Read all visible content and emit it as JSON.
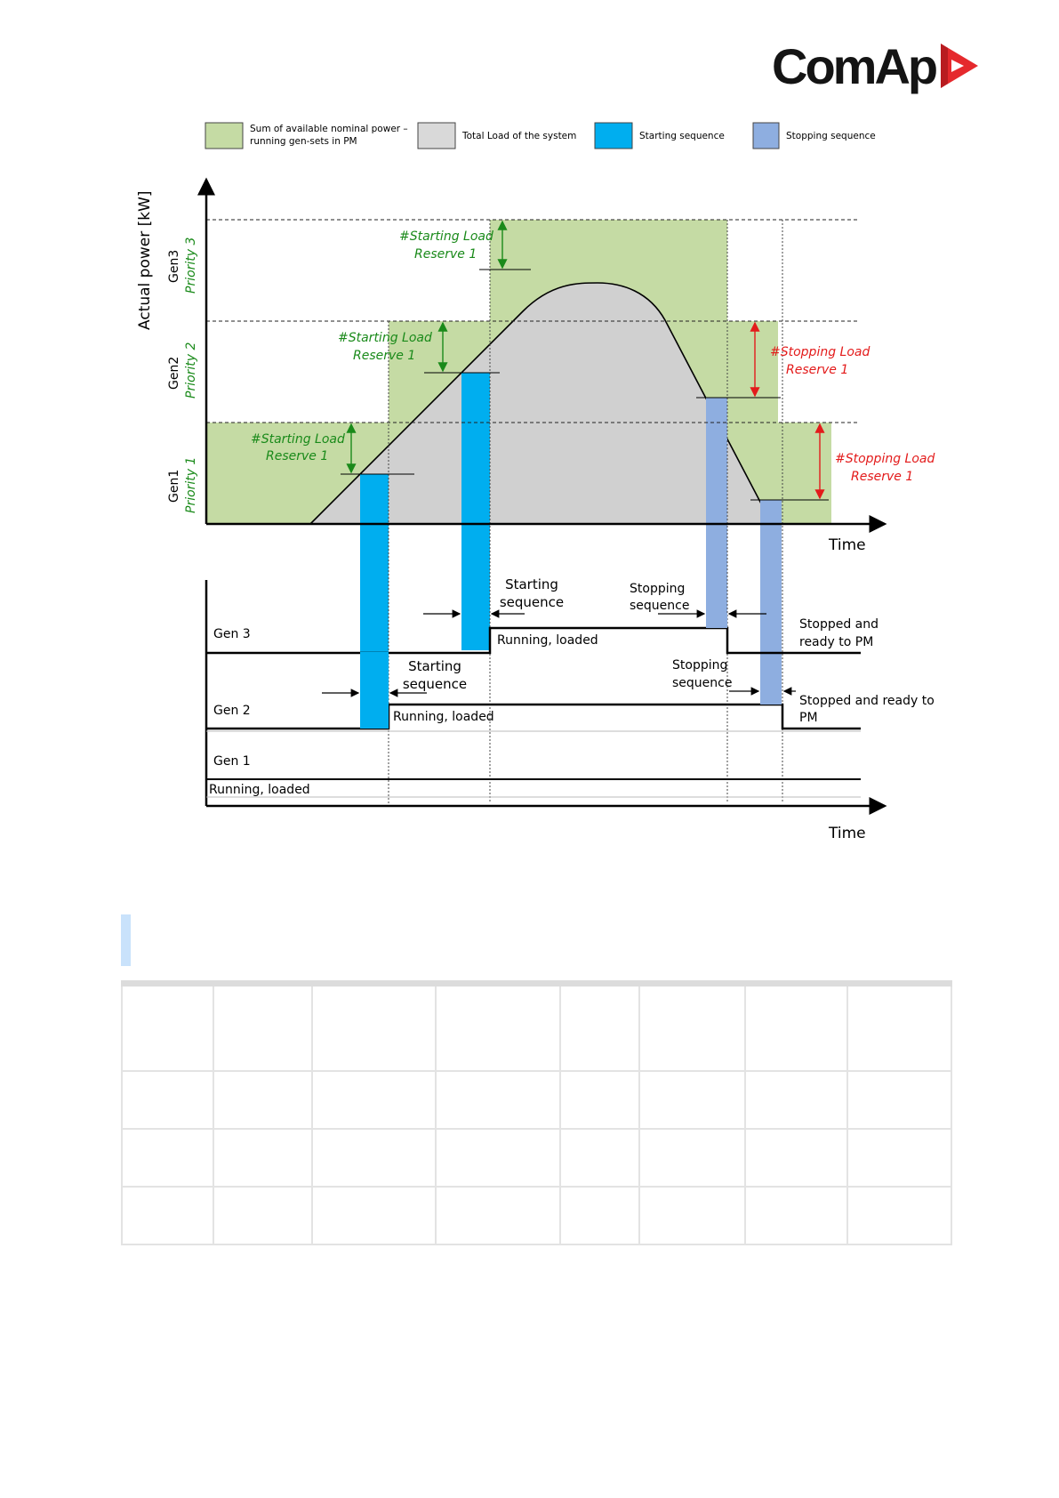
{
  "brand": {
    "logo_text": "ComAp",
    "accent_color": "#e5292d"
  },
  "diagram": {
    "legend": [
      {
        "line1": "Sum of available nominal power –",
        "line2": "running gen-sets in PM",
        "color": "#c5dba4"
      },
      {
        "line1": "Total Load of the system",
        "line2": "",
        "color": "#d9d9d9"
      },
      {
        "line1": "Starting sequence",
        "line2": "",
        "color": "#00aeef"
      },
      {
        "line1": "Stopping sequence",
        "line2": "",
        "color": "#8eaee0"
      }
    ],
    "y_axis_label": "Actual power [kW]",
    "x_axis_label_top": "Time",
    "x_axis_label_bottom": "Time",
    "gens": [
      {
        "name": "Gen3",
        "priority": "Priority 3"
      },
      {
        "name": "Gen2",
        "priority": "Priority 2"
      },
      {
        "name": "Gen1",
        "priority": "Priority 1"
      }
    ],
    "starting_reserve": {
      "line1": "#Starting Load",
      "line2": "Reserve 1",
      "color": "#1a8a1a"
    },
    "stopping_reserve": {
      "line1": "#Stopping Load",
      "line2": "Reserve 1",
      "color": "#e31b1b"
    },
    "timeline": {
      "gen3_label": "Gen 3",
      "gen2_label": "Gen 2",
      "gen1_label": "Gen 1",
      "running_loaded": "Running, loaded",
      "starting_sequence_1": "Starting",
      "starting_sequence_2": "sequence",
      "stopping_sequence_1": "Stopping",
      "stopping_sequence_2": "sequence",
      "stopped_ready_gen3_1": "Stopped and",
      "stopped_ready_gen3_2": "ready to PM",
      "stopped_ready_gen2_1": "Stopped and ready to",
      "stopped_ready_gen2_2": "PM"
    }
  },
  "table": {
    "columns": 8,
    "rows": 4
  }
}
